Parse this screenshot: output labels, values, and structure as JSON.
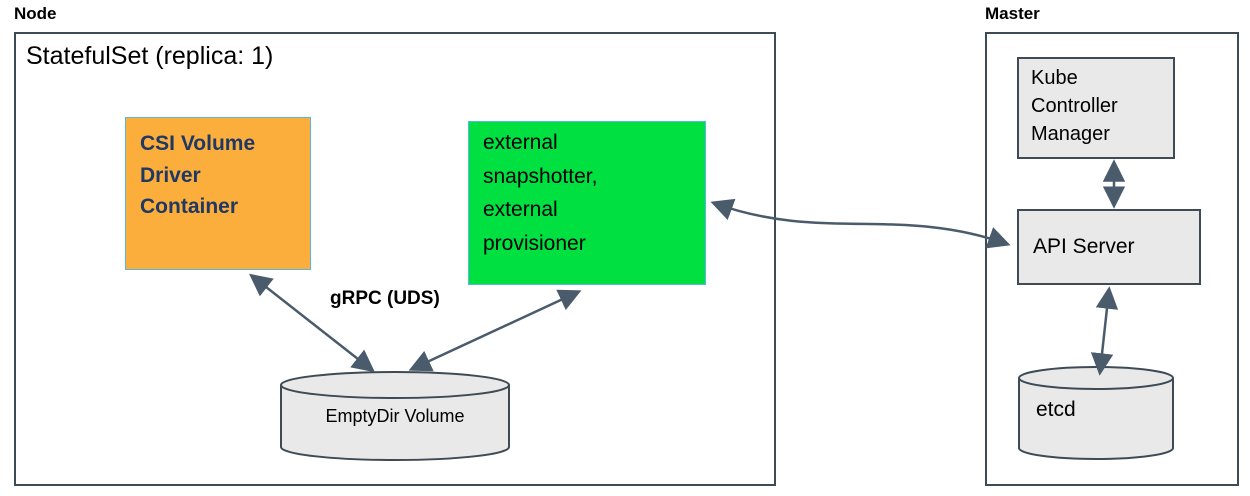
{
  "diagram": {
    "node": {
      "label": "Node",
      "statefulset_title": "StatefulSet (replica: 1)",
      "csi_box": "CSI Volume\nDriver\nContainer",
      "sidecar_box": "external\nsnapshotter,\nexternal\nprovisioner",
      "grpc_label": "gRPC (UDS)",
      "emptydir_label": "EmptyDir Volume"
    },
    "master": {
      "label": "Master",
      "kcm_box": "Kube\nController\nManager",
      "api_server_box": "API Server",
      "etcd_label": "etcd"
    },
    "colors": {
      "csi_box_fill": "#FBAE3C",
      "sidecar_box_fill": "#00E040",
      "gray_fill": "#E9E9E9",
      "box_border": "#3E4A54",
      "cyan_border": "#56B7E6",
      "arrow": "#4A5B6B",
      "csi_text": "#1F3864"
    }
  }
}
